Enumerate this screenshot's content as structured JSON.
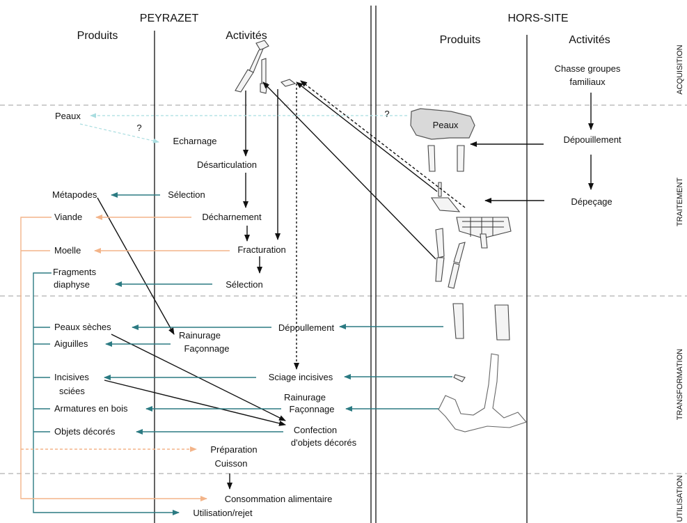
{
  "headers": {
    "left_site": "PEYRAZET",
    "right_site": "HORS-SITE",
    "left_produits": "Produits",
    "left_activites": "Activités",
    "right_produits": "Produits",
    "right_activites": "Activités"
  },
  "phases": {
    "acquisition": "ACQUISITION",
    "traitement": "TRAITEMENT",
    "transformation": "TRANSFORMATION",
    "utilisation": "UTILISATION"
  },
  "question_mark": "?",
  "peyrazet_activities": {
    "echarnage": "Echarnage",
    "desarticulation": "Désarticulation",
    "selection_1": "Sélection",
    "decharnement": "Décharnement",
    "fracturation": "Fracturation",
    "selection_2": "Sélection",
    "rainurage_1": "Rainurage",
    "faconnage_1": "Façonnage",
    "depouillement": "Dépoullement",
    "sciage": "Sciage incisives",
    "rainurage_2": "Rainurage",
    "faconnage_2": "Façonnage",
    "confection_1": "Confection",
    "confection_2": "d'objets décorés",
    "preparation": "Préparation",
    "cuisson": "Cuisson",
    "consommation": "Consommation alimentaire",
    "utilisation": "Utilisation/rejet"
  },
  "peyrazet_products": {
    "peaux": "Peaux",
    "metapodes": "Métapodes",
    "viande": "Viande",
    "moelle": "Moelle",
    "fragments_1": "Fragments",
    "fragments_2": "diaphyse",
    "peaux_seches": "Peaux sèches",
    "aiguilles": "Aiguilles",
    "incisives_1": "Incisives",
    "incisives_2": "sciées",
    "armatures": "Armatures en bois",
    "objets": "Objets décorés"
  },
  "horssite_products": {
    "peaux": "Peaux"
  },
  "horssite_activities": {
    "chasse_1": "Chasse groupes",
    "chasse_2": "familiaux",
    "depouillement": "Dépouillement",
    "depecage": "Dépeçage"
  },
  "colors": {
    "black_flow": "#111111",
    "teal_flow": "#2b7a82",
    "orange_flow": "#f3b489",
    "light_blue_flow": "#a9dde0",
    "separator": "#bdbdbd"
  }
}
